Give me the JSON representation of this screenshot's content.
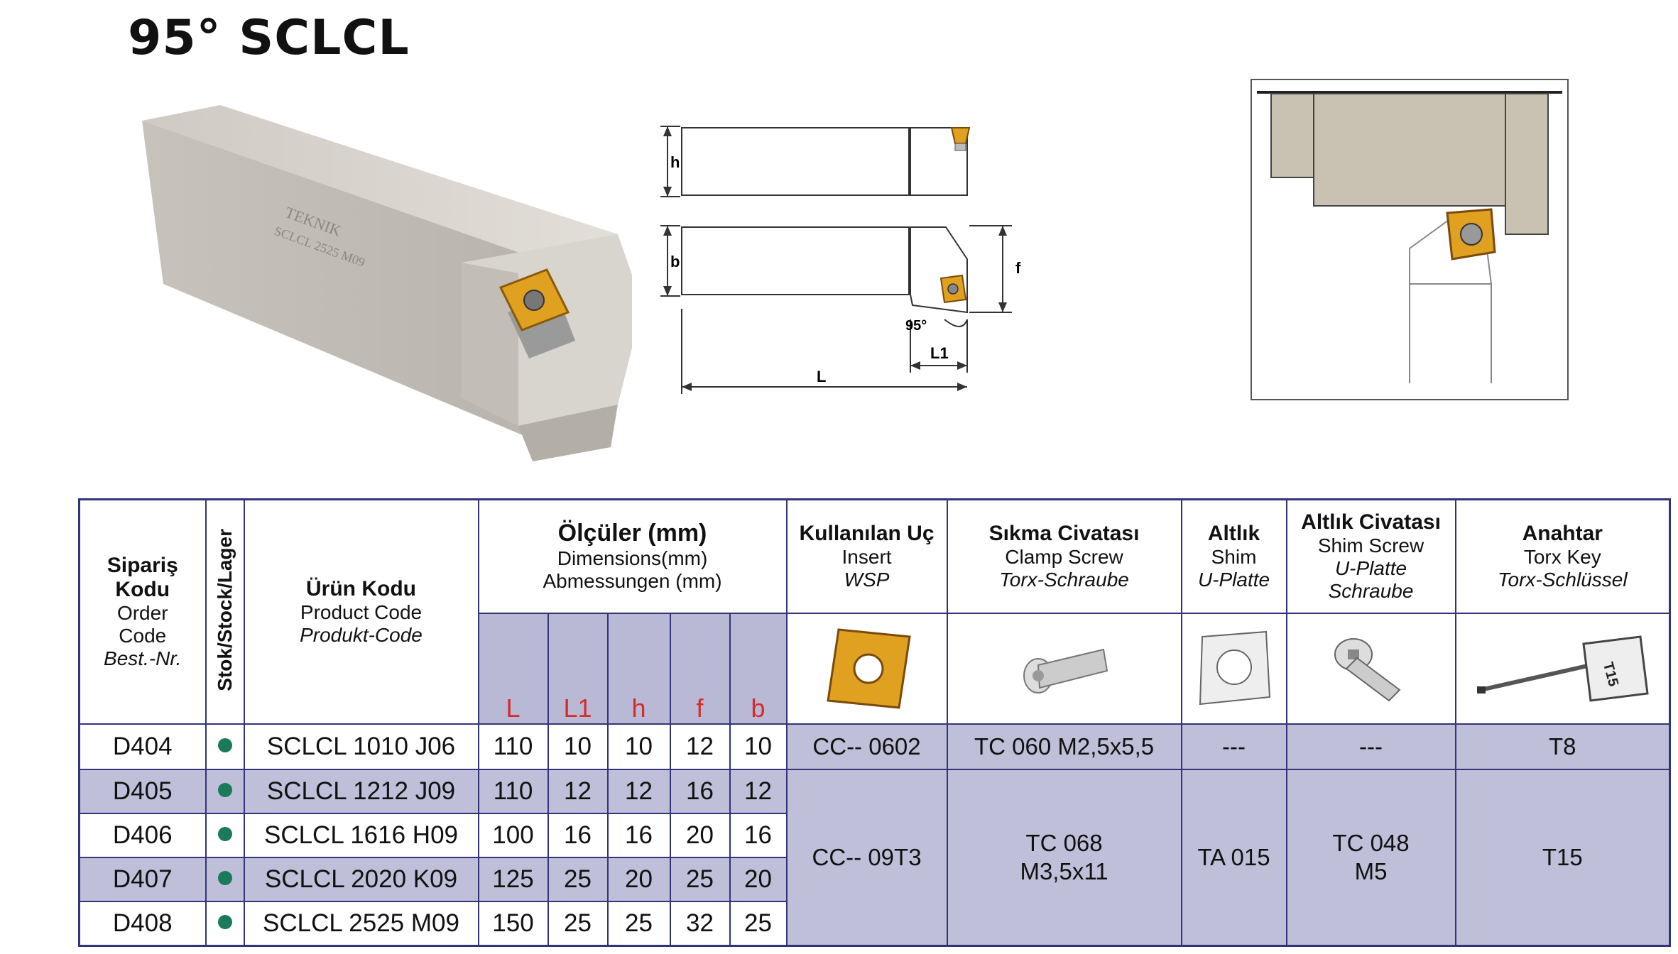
{
  "title": "95° SCLCL",
  "photo_marking": {
    "brand": "TEKNIK",
    "code": "SCLCL 2525 M09"
  },
  "drawing": {
    "h": "h",
    "b": "b",
    "f": "f",
    "L": "L",
    "L1": "L1",
    "angle": "95°"
  },
  "headers": {
    "order_code": {
      "tr1": "Sipariş",
      "tr2": "Kodu",
      "en1": "Order",
      "en2": "Code",
      "de": "Best.-Nr."
    },
    "stock": "Stok/Stock/Lager",
    "product_code": {
      "tr": "Ürün Kodu",
      "en": "Product Code",
      "de": "Produkt-Code"
    },
    "dimensions": {
      "tr": "Ölçüler (mm)",
      "en": "Dimensions(mm)",
      "de": "Abmessungen (mm)"
    },
    "dim_cols": [
      "L",
      "L1",
      "h",
      "f",
      "b"
    ],
    "insert": {
      "tr": "Kullanılan Uç",
      "en": "Insert",
      "de": "WSP"
    },
    "clamp_screw": {
      "tr": "Sıkma Civatası",
      "en": "Clamp Screw",
      "de": "Torx-Schraube"
    },
    "shim": {
      "tr": "Altlık",
      "en": "Shim",
      "de": "U-Platte"
    },
    "shim_screw": {
      "tr": "Altlık  Civatası",
      "en": "Shim Screw",
      "de1": "U-Platte",
      "de2": "Schraube"
    },
    "key": {
      "tr": "Anahtar",
      "en": "Torx Key",
      "de": "Torx-Schlüssel"
    }
  },
  "torx_key_label": "T15",
  "rows": [
    {
      "order": "D404",
      "product": "SCLCL 1010 J06",
      "L": "110",
      "L1": "10",
      "h": "10",
      "f": "12",
      "b": "10"
    },
    {
      "order": "D405",
      "product": "SCLCL 1212 J09",
      "L": "110",
      "L1": "12",
      "h": "12",
      "f": "16",
      "b": "12"
    },
    {
      "order": "D406",
      "product": "SCLCL 1616 H09",
      "L": "100",
      "L1": "16",
      "h": "16",
      "f": "20",
      "b": "16"
    },
    {
      "order": "D407",
      "product": "SCLCL 2020 K09",
      "L": "125",
      "L1": "25",
      "h": "20",
      "f": "25",
      "b": "20"
    },
    {
      "order": "D408",
      "product": "SCLCL 2525 M09",
      "L": "150",
      "L1": "25",
      "h": "25",
      "f": "32",
      "b": "25"
    }
  ],
  "accessories": {
    "group1": {
      "insert": "CC-- 0602",
      "clamp": "TC 060 M2,5x5,5",
      "shim": "---",
      "shim_screw": "---",
      "key": "T8"
    },
    "group2": {
      "insert": "CC-- 09T3",
      "clamp1": "TC 068",
      "clamp2": "M3,5x11",
      "shim": "TA 015",
      "shim_screw1": "TC 048",
      "shim_screw2": "M5",
      "key": "T15"
    }
  },
  "colors": {
    "border": "#33337a",
    "shade": "#bfbfd9",
    "dim_header": "#d62b2b",
    "stock_dot": "#1a7a5a",
    "insert": "#e0a020"
  }
}
